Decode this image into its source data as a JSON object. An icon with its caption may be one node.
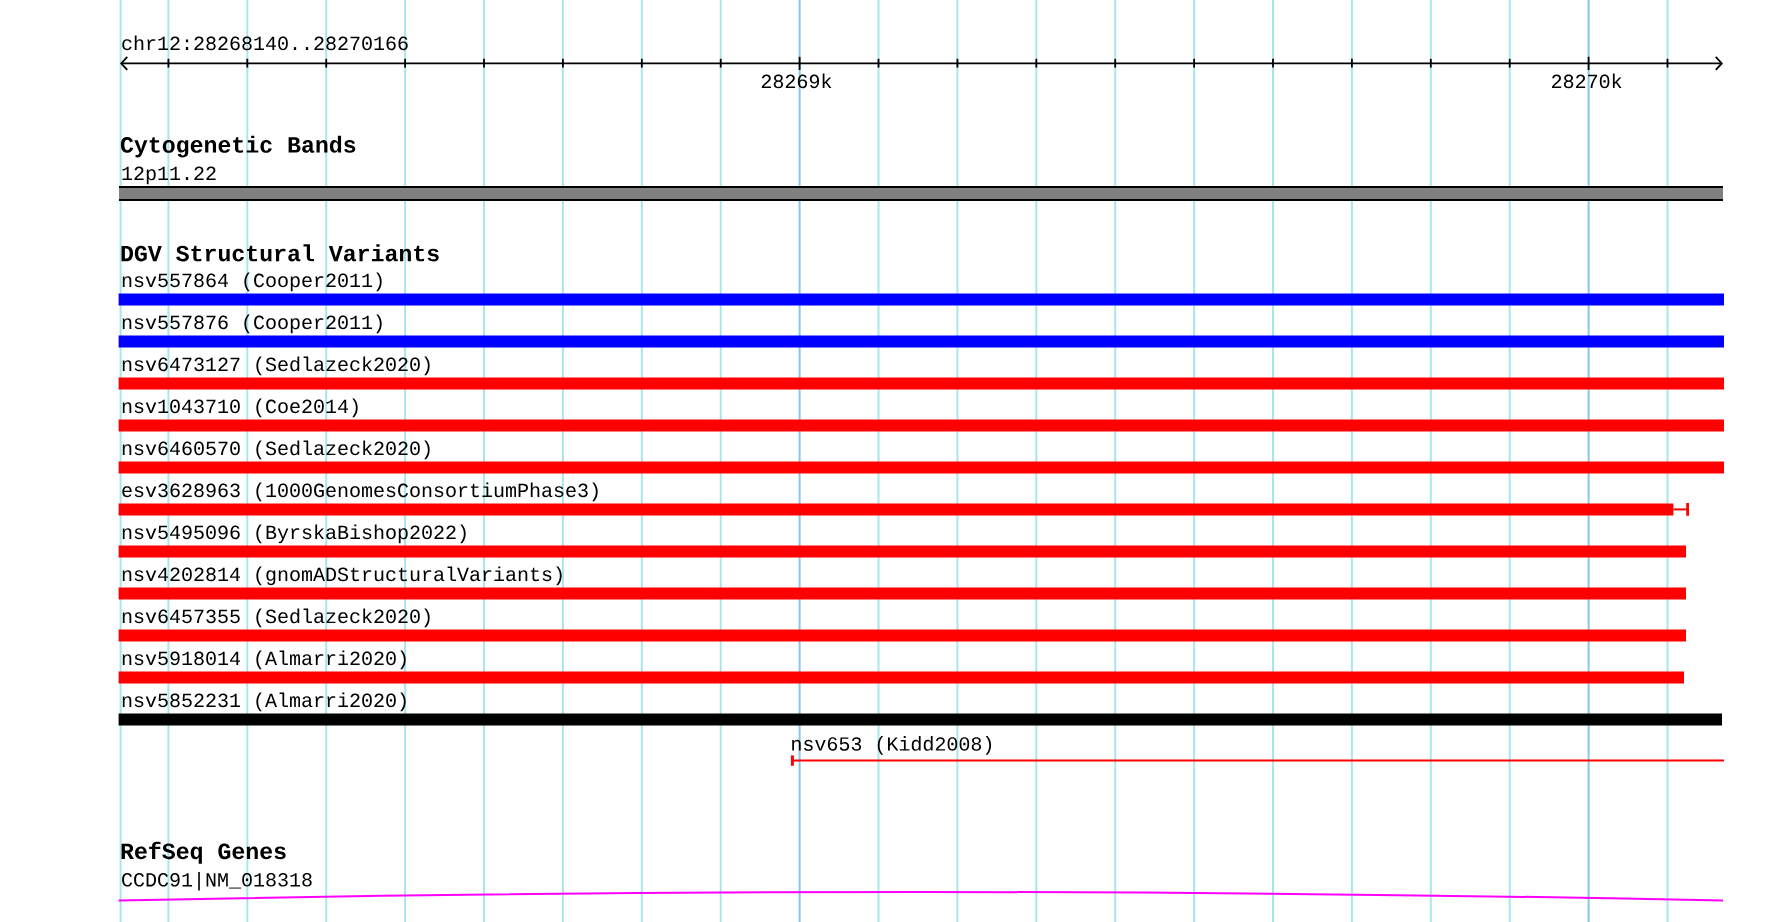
{
  "diagram": {
    "nodes": [
      {
        "text": [
          "12p11.22"
        ]
      },
      {
        "text": [
          "nsv557864 (Cooper2011)"
        ]
      },
      {
        "text": [
          "nsv557876 (Cooper2011)"
        ]
      },
      {
        "text": [
          "nsv6473127 (Sedlazeck2020)"
        ]
      },
      {
        "text": [
          "nsv1043710 (Coe2014)"
        ]
      },
      {
        "text": [
          "nsv6460570 (Sedlazeck2020)"
        ]
      },
      {
        "text": [
          "esv3628963 (1000GenomesConsortiumPhase3)"
        ]
      },
      {
        "text": [
          "nsv5495096 (ByrskaBishop2022)"
        ]
      },
      {
        "text": [
          "nsv4202814 (gnomADStructuralVariants)"
        ]
      },
      {
        "text": [
          "nsv6457355 (Sedlazeck2020)"
        ]
      },
      {
        "text": [
          "nsv5918014 (Almarri2020)"
        ]
      },
      {
        "text": [
          "nsv5852231 (Almarri2020)"
        ]
      },
      {
        "text": [
          "nsv653 (Kidd2008)"
        ]
      },
      {
        "text": [
          "CCDC91|NM_018318"
        ]
      }
    ],
    "labels": [
      "chr12:28268140..28270166",
      "28269k",
      "28270k",
      "Cytogenetic Bands",
      "DGV Structural Variants",
      "RefSeq Genes"
    ]
  }
}
